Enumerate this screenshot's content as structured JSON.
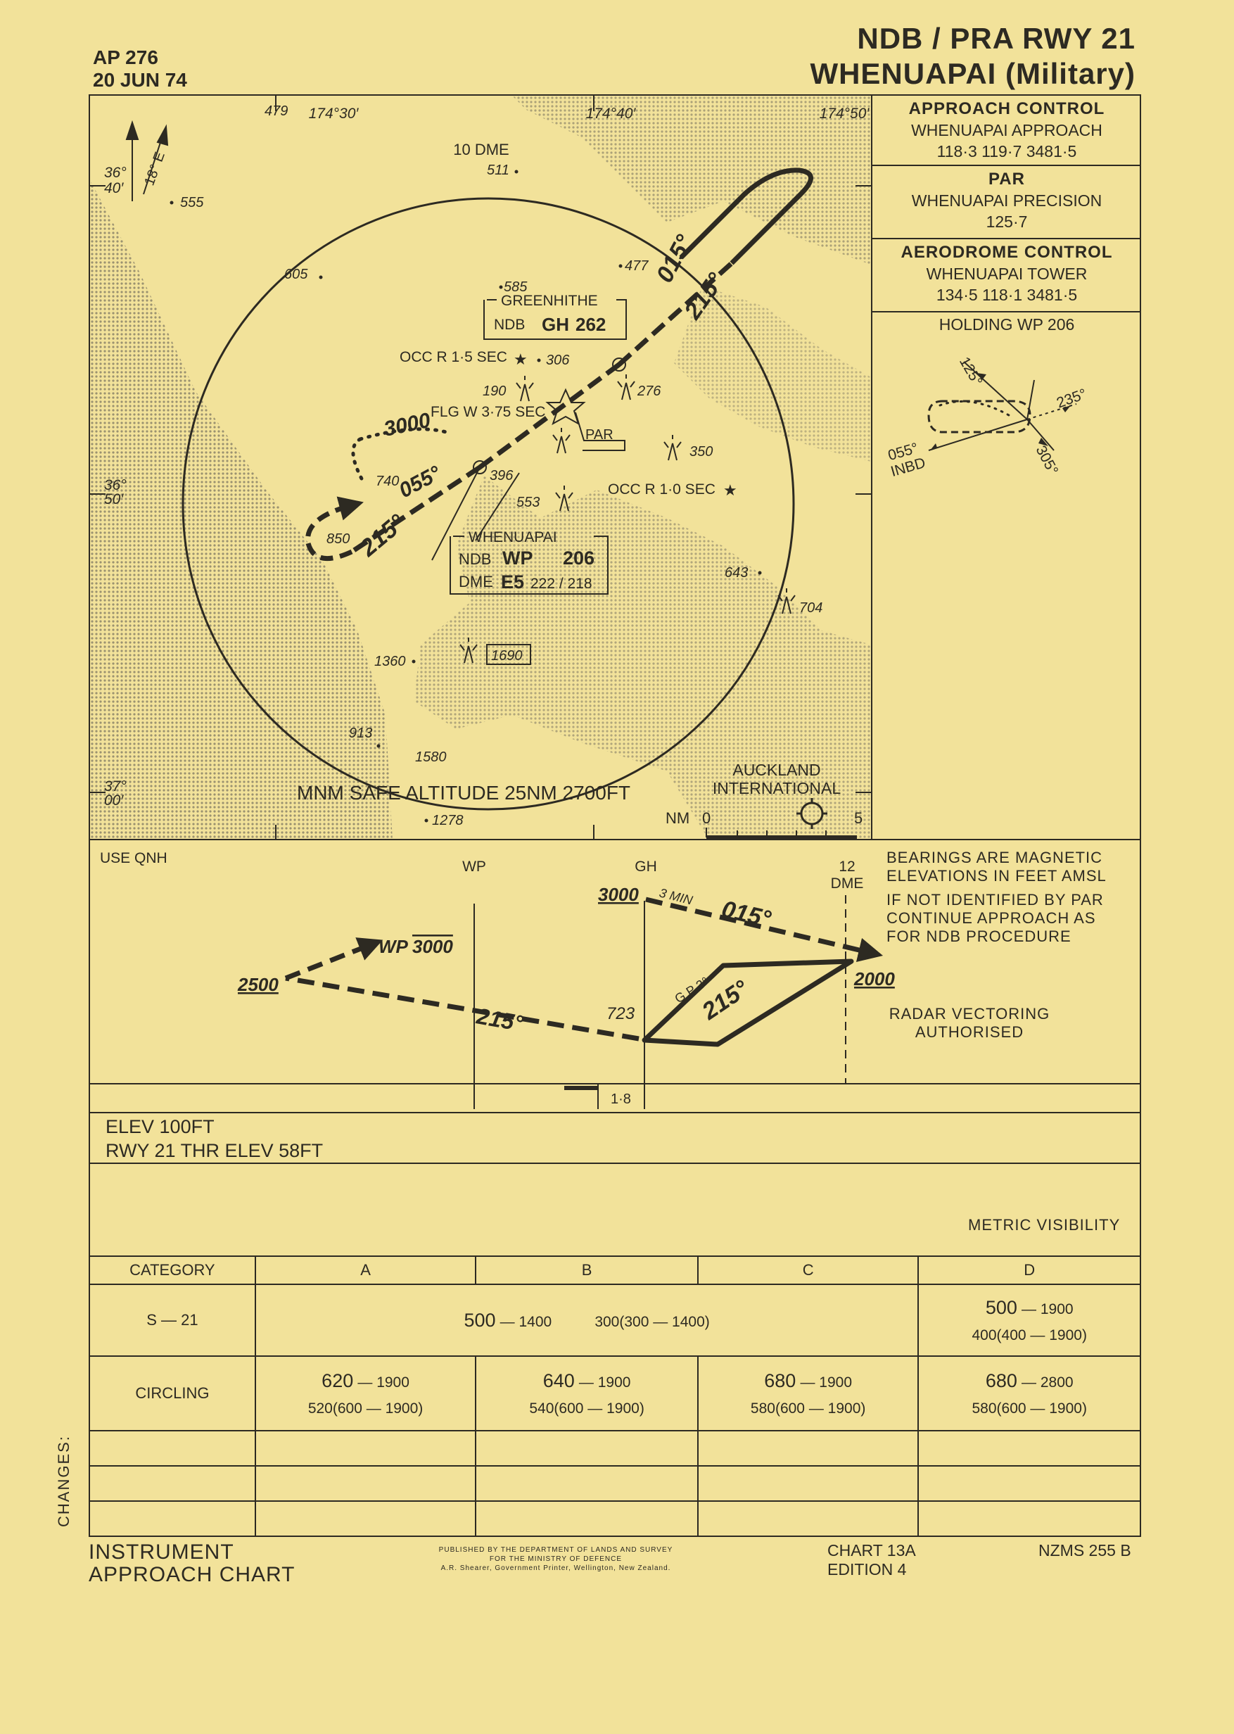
{
  "header": {
    "doc_number": "AP 276",
    "doc_date": "20 JUN 74",
    "title": "NDB / PRA RWY 21",
    "aerodrome": "WHENUAPAI (Military)"
  },
  "frequencies": [
    {
      "title": "APPROACH CONTROL",
      "service": "WHENUAPAI APPROACH",
      "freqs": "118·3   119·7   3481·5"
    },
    {
      "title": "PAR",
      "service": "WHENUAPAI PRECISION",
      "freqs": "125·7"
    },
    {
      "title": "AERODROME CONTROL",
      "service": "WHENUAPAI TOWER",
      "freqs": "134·5   118·1   3481·5"
    }
  ],
  "holding": {
    "title": "HOLDING WP 206",
    "inbound": "055°",
    "inbound_label": "INBD",
    "bearings": [
      "125°",
      "235°",
      "305°"
    ]
  },
  "plan_view": {
    "longitudes": [
      "174°30′",
      "174°40′",
      "174°50′"
    ],
    "latitudes": [
      {
        "deg": "36°",
        "min": "40′"
      },
      {
        "deg": "36°",
        "min": "50′"
      },
      {
        "deg": "37°",
        "min": "00′"
      }
    ],
    "variation": "18° E",
    "dme_ring_label": "10 DME",
    "msa": "MNM SAFE ALTITUDE 25NM 2700FT",
    "scale_label": "NM",
    "scale_start": "0",
    "scale_end": "5",
    "auckland": [
      "AUCKLAND",
      "INTERNATIONAL"
    ],
    "greenhithe": {
      "name": "GREENHITHE",
      "type": "NDB",
      "ident": "GH",
      "freq": "262"
    },
    "whenuapai_ndb": {
      "name": "WHENUAPAI",
      "type": "NDB",
      "ident": "WP",
      "freq": "206",
      "dme_type": "DME",
      "dme_ident": "E5",
      "dme_freq": "222 / 218"
    },
    "occ1": "OCC R 1·5 SEC",
    "occ2": "OCC R 1·0 SEC",
    "flg": "FLG W 3·75 SEC",
    "par": "PAR",
    "procedure_alt": "3000",
    "track_out_ne": "015°",
    "track_in_sw": "215°",
    "track_out_sw": "055°",
    "track_final": "215°",
    "spot_heights": [
      "479",
      "555",
      "511",
      "605",
      "585",
      "477",
      "306",
      "190",
      "276",
      "350",
      "740",
      "396",
      "553",
      "850",
      "643",
      "704",
      "1360",
      "1690",
      "913",
      "1580",
      "1278"
    ]
  },
  "profile": {
    "use_qnh": "USE QNH",
    "wp": "WP",
    "gh": "GH",
    "dme12": [
      "12",
      "DME"
    ],
    "alt_3000": "3000",
    "three_min": "3 MIN",
    "track_015": "015°",
    "alt_2000": "2000",
    "gp": "G P 3°",
    "track_215_final": "215°",
    "alt_723": "723",
    "track_215_out": "215°",
    "alt_2500": "2500",
    "wp_label": "WP",
    "wp_alt": "3000",
    "distance": "1·8",
    "notes": [
      "BEARINGS ARE MAGNETIC",
      "ELEVATIONS IN FEET AMSL"
    ],
    "par_note": [
      "IF NOT IDENTIFIED BY PAR",
      "CONTINUE APPROACH AS",
      "FOR NDB PROCEDURE"
    ],
    "radar": [
      "RADAR VECTORING",
      "AUTHORISED"
    ]
  },
  "elevations": {
    "aerodrome": "ELEV 100FT",
    "threshold": "RWY 21 THR ELEV 58FT"
  },
  "minima": {
    "heading": "METRIC VISIBILITY",
    "headers": [
      "CATEGORY",
      "A",
      "B",
      "C",
      "D"
    ],
    "s21": {
      "label": "S — 21",
      "abc_main": "500",
      "abc_vis": "— 1400",
      "abc_alt": "300(300 — 1400)",
      "d_main": "500",
      "d_vis": "— 1900",
      "d_alt": "400(400 — 1900)"
    },
    "circling": {
      "label": "CIRCLING",
      "cells": [
        {
          "main": "620",
          "vis": "— 1900",
          "alt": "520(600 — 1900)"
        },
        {
          "main": "640",
          "vis": "— 1900",
          "alt": "540(600 — 1900)"
        },
        {
          "main": "680",
          "vis": "— 1900",
          "alt": "580(600 — 1900)"
        },
        {
          "main": "680",
          "vis": "— 2800",
          "alt": "580(600 — 1900)"
        }
      ]
    }
  },
  "footer": {
    "chart_type": [
      "INSTRUMENT",
      "APPROACH CHART"
    ],
    "publisher": [
      "PUBLISHED BY THE DEPARTMENT OF LANDS AND SURVEY",
      "FOR THE MINISTRY OF DEFENCE",
      "A.R. Shearer, Government Printer, Wellington, New Zealand."
    ],
    "chart": "CHART 13A",
    "edition": "EDITION 4",
    "series": "NZMS  255 B",
    "changes": "CHANGES:"
  },
  "colors": {
    "paper": "#f2e29a",
    "ink": "#2d2a22",
    "land_shade": "#cfc28a"
  }
}
